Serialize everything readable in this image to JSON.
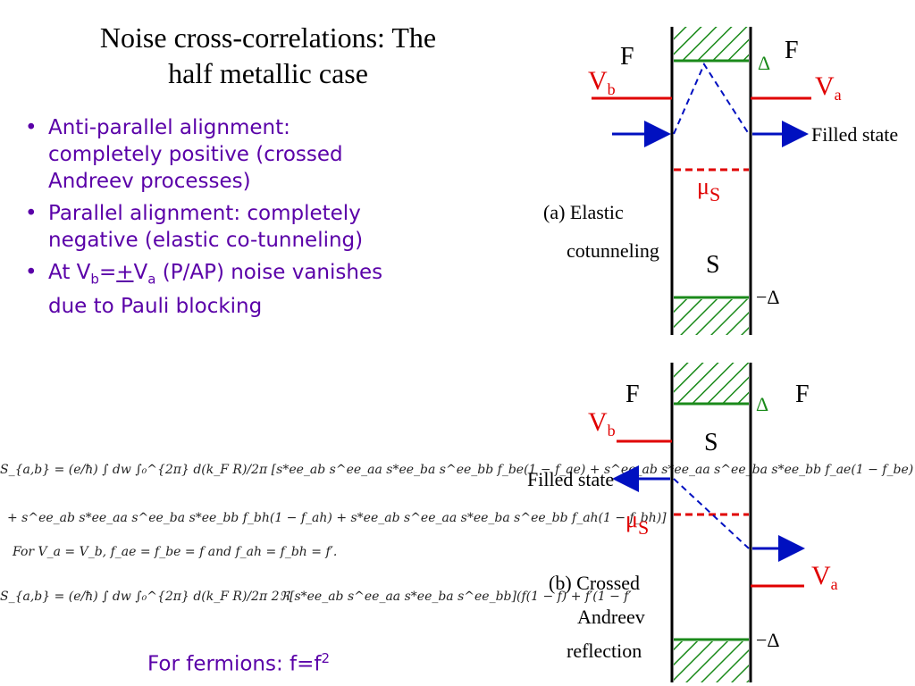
{
  "title": {
    "line1": "Noise cross-correlations: The",
    "line2": "half metallic case"
  },
  "bullets": [
    {
      "text1": "Anti-parallel alignment:",
      "text2": "completely positive (crossed",
      "text3": "Andreev processes)"
    },
    {
      "text1": "Parallel alignment:  completely",
      "text2": "negative (elastic co-tunneling)"
    },
    {
      "prefix": "At V",
      "sub_b": "b",
      "mid": "=",
      "pm": "+",
      "v2": "V",
      "sub_a": "a",
      "suffix": " (P/AP) noise vanishes",
      "text2": "due to Pauli blocking"
    }
  ],
  "equations": {
    "line1": "S_{a,b} = (e/ħ) ∫ dw ∫₀^{2π} d(k_F R)/2π [s*ee_ab s^ee_aa s*ee_ba s^ee_bb f_be(1 − f_ae) + s^ee_ab s*ee_aa s^ee_ba s*ee_bb f_ae(1 − f_be)",
    "line2": "+ s^ee_ab s*ee_aa s^ee_ba s*ee_bb f_bh(1 − f_ah) + s*ee_ab s^ee_aa s*ee_ba s^ee_bb f_ah(1 − f_bh)]",
    "line3": "For V_a = V_b, f_ae = f_be = f and f_ah = f_bh = f′.",
    "line4": "S_{a,b} = (e/ħ) ∫ dw ∫₀^{2π} d(k_F R)/2π 2ℜ[s*ee_ab s^ee_aa s*ee_ba s^ee_bb](f(1 − f) + f′(1 − f′"
  },
  "footer": {
    "text": "For fermions: f=f",
    "sup": "2"
  },
  "diagram_a": {
    "left_label": "F",
    "right_label": "F",
    "vb": "V",
    "vb_sub": "b",
    "va": "V",
    "va_sub": "a",
    "delta_top": "Δ",
    "delta_bottom": "−Δ",
    "mu": "μ",
    "mu_sub": "S",
    "s_label": "S",
    "filled": "Filled state",
    "caption1": "(a) Elastic",
    "caption2": "cotunneling"
  },
  "diagram_b": {
    "left_label": "F",
    "right_label": "F",
    "vb": "V",
    "vb_sub": "b",
    "va": "V",
    "va_sub": "a",
    "delta_top": "Δ",
    "delta_bottom": "−Δ",
    "mu": "μ",
    "mu_sub": "S",
    "s_label": "S",
    "filled": "Filled state",
    "caption1": "(b) Crossed",
    "caption2": "Andreev",
    "caption3": "reflection"
  },
  "colors": {
    "bullet_text": "#5a00a8",
    "red": "#e00000",
    "blue": "#0010c0",
    "green": "#1a8a1a"
  }
}
